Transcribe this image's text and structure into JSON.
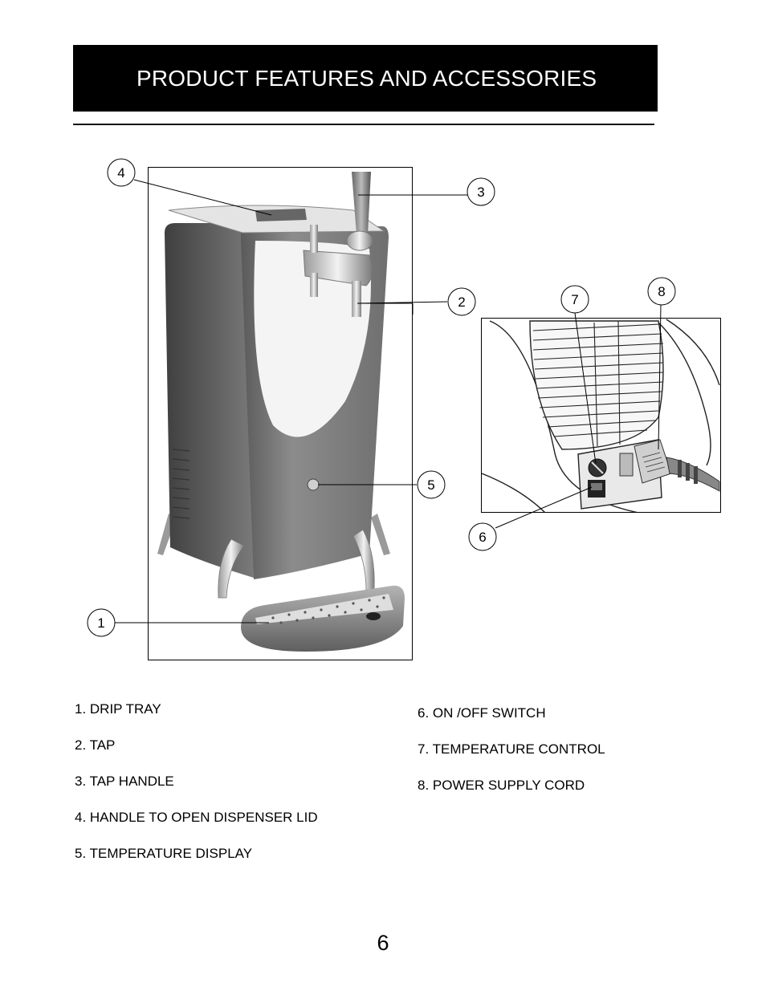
{
  "header": {
    "title": "PRODUCT FEATURES AND ACCESSORIES"
  },
  "callouts": [
    "1",
    "2",
    "3",
    "4",
    "5",
    "6",
    "7",
    "8"
  ],
  "features_left": [
    "1. DRIP TRAY",
    "2. TAP",
    "3. TAP HANDLE",
    "4. HANDLE TO OPEN DISPENSER LID",
    "5. TEMPERATURE DISPLAY"
  ],
  "features_right": [
    "6. ON /OFF SWITCH",
    "7. TEMPERATURE CONTROL",
    "8. POWER SUPPLY CORD"
  ],
  "page_number": "6"
}
